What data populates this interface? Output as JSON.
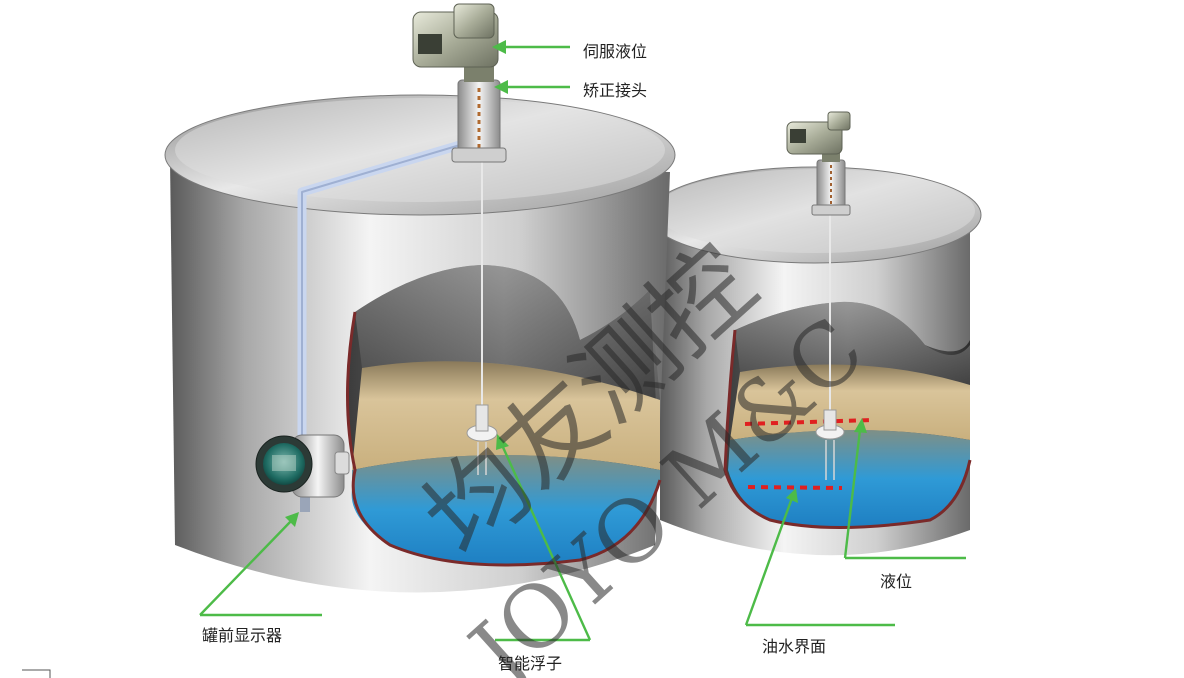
{
  "labels": {
    "servo": "伺服液位",
    "joint": "矫正接头",
    "display": "罐前显示器",
    "float": "智能浮子",
    "level": "液位",
    "interface": "油水界面"
  },
  "watermark": {
    "brand_cn": "均友测控",
    "brand_en": "JOYO M&C"
  },
  "colors": {
    "arrow": "#4dbb48",
    "tank_light": "#f2f2f2",
    "tank_dark": "#6e6e6e",
    "oil": "#d8c294",
    "water": "#2f9ad6",
    "interface_marker": "#e02020",
    "cut_edge": "#7a2a2a"
  }
}
